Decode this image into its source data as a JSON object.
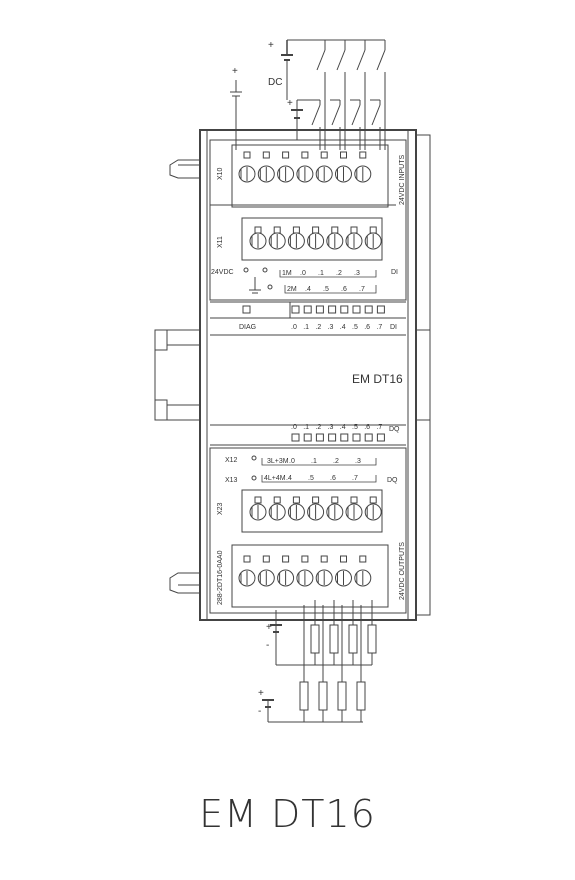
{
  "module": {
    "name": "EM DT16",
    "order_number": "288-2DT16-0AA0"
  },
  "connectors": {
    "x10": "X10",
    "x11": "X11",
    "x12": "X12",
    "x13": "X13",
    "x23": "X23"
  },
  "side_labels": {
    "inputs": "24VDC INPUTS",
    "outputs": "24VDC OUTPUTS"
  },
  "wiring": {
    "dc": "DC",
    "plus": "+",
    "minus": "-"
  },
  "inputs": {
    "supply": "24VDC",
    "row1": [
      "1M",
      ".0",
      ".1",
      ".2",
      ".3"
    ],
    "row2": [
      "2M",
      ".4",
      ".5",
      ".6",
      ".7"
    ],
    "group": "DI"
  },
  "status": {
    "diag": "DIAG",
    "di_leds": [
      ".0",
      ".1",
      ".2",
      ".3",
      ".4",
      ".5",
      ".6",
      ".7"
    ],
    "di": "DI",
    "dq_leds": [
      ".0",
      ".1",
      ".2",
      ".3",
      ".4",
      ".5",
      ".6",
      ".7"
    ],
    "dq": "DQ"
  },
  "outputs": {
    "row1": [
      "3L+3M",
      ".0",
      ".1",
      ".2",
      ".3"
    ],
    "row2": [
      "4L+4M",
      ".4",
      ".5",
      ".6",
      ".7"
    ],
    "group": "DQ"
  },
  "caption": "EM DT16"
}
